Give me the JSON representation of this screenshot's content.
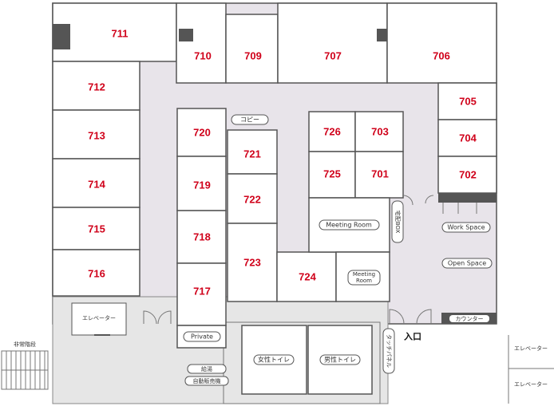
{
  "rooms": {
    "r711": "711",
    "r710": "710",
    "r709": "709",
    "r707": "707",
    "r706": "706",
    "r712": "712",
    "r713": "713",
    "r714": "714",
    "r715": "715",
    "r716": "716",
    "r720": "720",
    "r719": "719",
    "r718": "718",
    "r717": "717",
    "r721": "721",
    "r722": "722",
    "r723": "723",
    "r724": "724",
    "r726": "726",
    "r703": "703",
    "r725": "725",
    "r701": "701",
    "r705": "705",
    "r704": "704",
    "r702": "702"
  },
  "labels": {
    "copy": "コピー",
    "meeting_room_large": "Meeting Room",
    "meeting_room_small_1": "Meeting",
    "meeting_room_small_2": "Room",
    "delivery_box": "宅配BOX",
    "work_space": "Work Space",
    "open_space": "Open Space",
    "counter": "カウンター",
    "entrance": "入口",
    "touch_panel": "タッチパネル",
    "elevator_hall": "エレベーター",
    "emergency_stairs": "非常階段",
    "private": "Private",
    "kitchen": "給湯",
    "vending": "自動販売機",
    "women_toilet": "女性トイレ",
    "men_toilet": "男性トイレ",
    "elevator_right_1": "エレベーター",
    "elevator_right_2": "エレベーター"
  }
}
